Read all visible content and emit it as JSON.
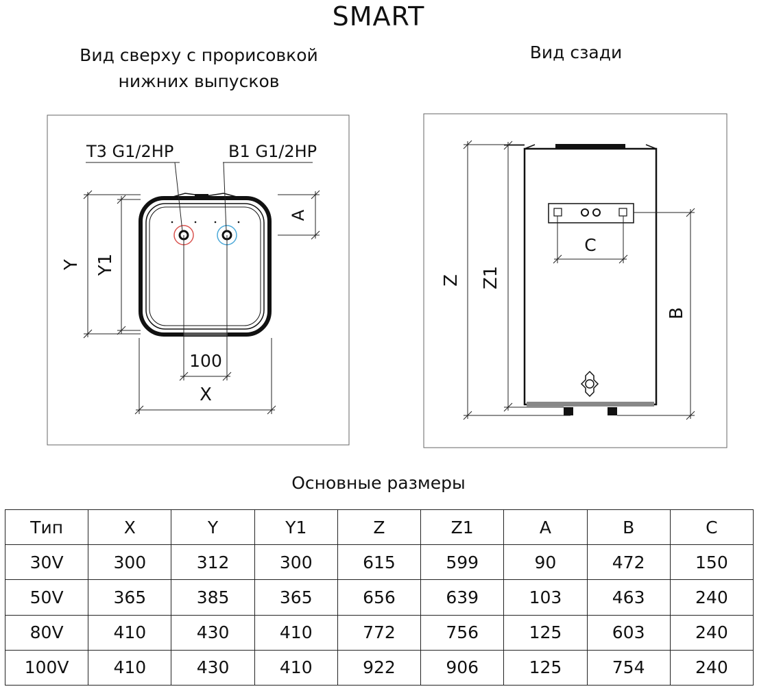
{
  "title": "SMART",
  "top_view": {
    "caption_line1": "Вид сверху с прорисовкой",
    "caption_line2": "нижних выпусков",
    "outlet_hot": "Т3 G1/2НР",
    "outlet_cold": "В1 G1/2НР",
    "labels": {
      "y": "Y",
      "y1": "Y1",
      "a": "A",
      "spacing": "100",
      "x": "X"
    },
    "colors": {
      "hot_ring": "#d9534f",
      "cold_ring": "#4aa8d8"
    }
  },
  "back_view": {
    "caption": "Вид сзади",
    "labels": {
      "z": "Z",
      "z1": "Z1",
      "b": "B",
      "c": "C"
    }
  },
  "table": {
    "title": "Основные размеры",
    "headers": [
      "Тип",
      "X",
      "Y",
      "Y1",
      "Z",
      "Z1",
      "A",
      "B",
      "C"
    ],
    "rows": [
      [
        "30V",
        "300",
        "312",
        "300",
        "615",
        "599",
        "90",
        "472",
        "150"
      ],
      [
        "50V",
        "365",
        "385",
        "365",
        "656",
        "639",
        "103",
        "463",
        "240"
      ],
      [
        "80V",
        "410",
        "430",
        "410",
        "772",
        "756",
        "125",
        "603",
        "240"
      ],
      [
        "100V",
        "410",
        "430",
        "410",
        "922",
        "906",
        "125",
        "754",
        "240"
      ]
    ]
  }
}
